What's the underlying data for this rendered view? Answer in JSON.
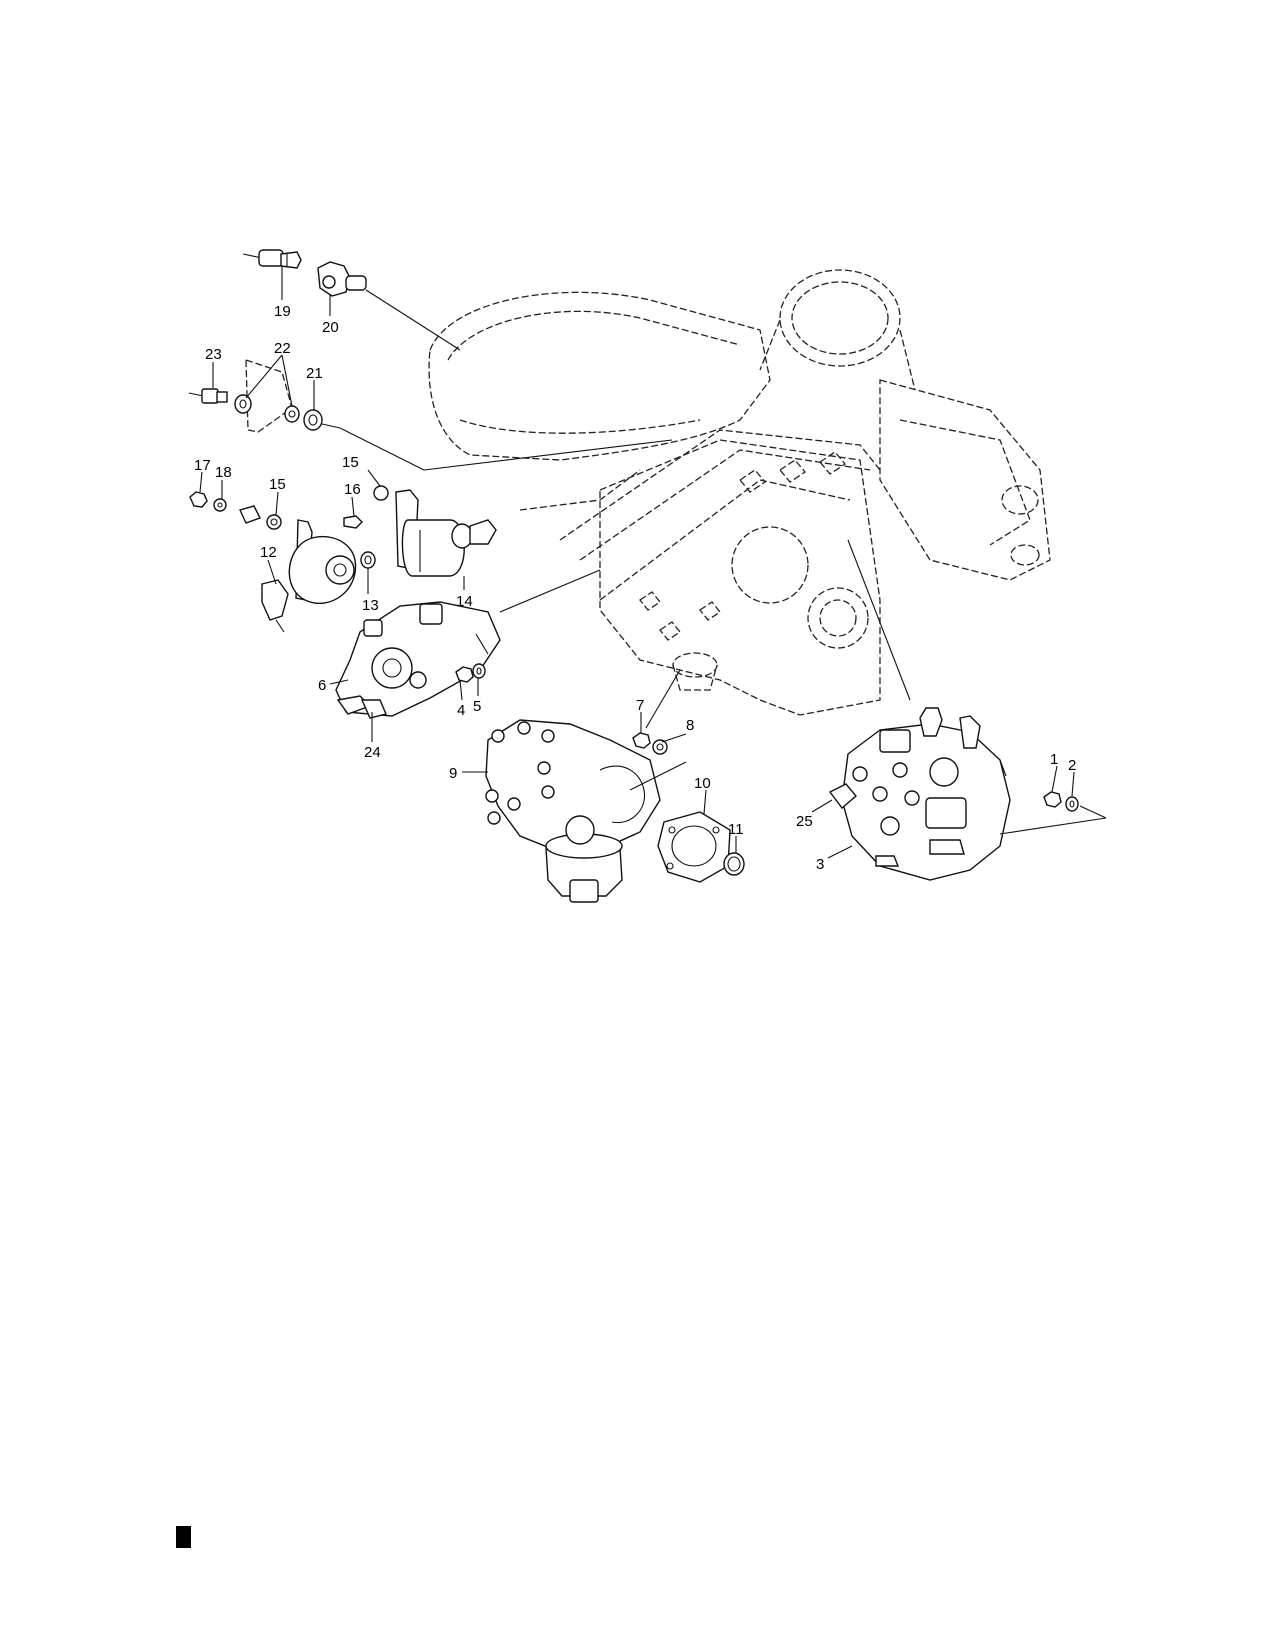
{
  "diagram": {
    "callouts": [
      "1",
      "2",
      "3",
      "4",
      "5",
      "6",
      "7",
      "8",
      "9",
      "10",
      "11",
      "12",
      "13",
      "14",
      "15",
      "15",
      "16",
      "17",
      "18",
      "19",
      "20",
      "21",
      "22",
      "23",
      "24",
      "25"
    ]
  },
  "colors": {
    "ink": "#111111",
    "paper": "#ffffff"
  }
}
